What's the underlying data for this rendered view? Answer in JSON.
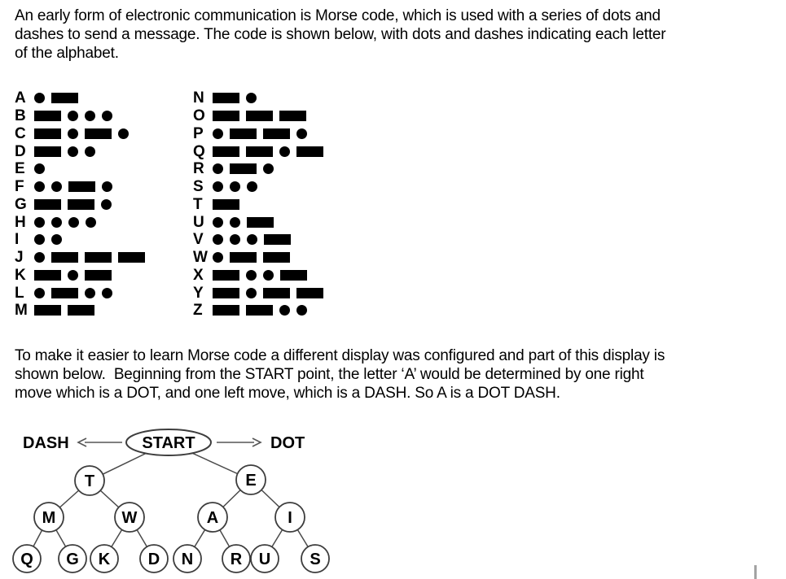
{
  "page": {
    "background": "#ffffff",
    "ink": "#000000"
  },
  "intro": {
    "lines": [
      "An early form of electronic communication is Morse code, which is used with a series of dots and",
      "dashes to send a message. The code is shown below, with dots and dashes indicating each letter",
      "of the alphabet."
    ]
  },
  "morse_table": {
    "symbol_names": {
      ".": "dot",
      "-": "dash"
    },
    "columns": [
      {
        "rows": [
          {
            "letter": "A",
            "code": ".-"
          },
          {
            "letter": "B",
            "code": "-..."
          },
          {
            "letter": "C",
            "code": "-.-."
          },
          {
            "letter": "D",
            "code": "-.."
          },
          {
            "letter": "E",
            "code": "."
          },
          {
            "letter": "F",
            "code": "..-."
          },
          {
            "letter": "G",
            "code": "--."
          },
          {
            "letter": "H",
            "code": "...."
          },
          {
            "letter": "I",
            "code": ".."
          },
          {
            "letter": "J",
            "code": ".---"
          },
          {
            "letter": "K",
            "code": "-.-"
          },
          {
            "letter": "L",
            "code": ".-.."
          },
          {
            "letter": "M",
            "code": "--"
          }
        ]
      },
      {
        "rows": [
          {
            "letter": "N",
            "code": "-."
          },
          {
            "letter": "O",
            "code": "---"
          },
          {
            "letter": "P",
            "code": ".--."
          },
          {
            "letter": "Q",
            "code": "--.-"
          },
          {
            "letter": "R",
            "code": ".-."
          },
          {
            "letter": "S",
            "code": "..."
          },
          {
            "letter": "T",
            "code": "-"
          },
          {
            "letter": "U",
            "code": "..-"
          },
          {
            "letter": "V",
            "code": "...-"
          },
          {
            "letter": "W",
            "code": ".--"
          },
          {
            "letter": "X",
            "code": "-..-"
          },
          {
            "letter": "Y",
            "code": "-.--"
          },
          {
            "letter": "Z",
            "code": "--.."
          }
        ]
      }
    ]
  },
  "display_paragraph": {
    "lines": [
      "To make it easier to learn Morse code a different display was configured and part of this display is",
      "shown below.  Beginning from the START point, the letter ‘A’ would be determined by one right",
      "move which is a DOT, and one left move, which is a DASH. So A is a DOT DASH."
    ]
  },
  "tree": {
    "root_label": "START",
    "left_arrow_label": "DASH",
    "right_arrow_label": "DOT",
    "nodes": [
      {
        "label": "T",
        "parent": "START"
      },
      {
        "label": "E",
        "parent": "START"
      },
      {
        "label": "M",
        "parent": "T"
      },
      {
        "label": "W",
        "parent": "T"
      },
      {
        "label": "A",
        "parent": "E"
      },
      {
        "label": "I",
        "parent": "E"
      },
      {
        "label": "Q",
        "parent": "M"
      },
      {
        "label": "G",
        "parent": "M"
      },
      {
        "label": "K",
        "parent": "W"
      },
      {
        "label": "D",
        "parent": "W"
      },
      {
        "label": "N",
        "parent": "A"
      },
      {
        "label": "R",
        "parent": "A"
      },
      {
        "label": "U",
        "parent": "I"
      },
      {
        "label": "S",
        "parent": "I"
      }
    ]
  },
  "colors": {
    "tree_line": "#4a4a4a",
    "tree_stroke": "#3d3d3d",
    "arrow": "#555555",
    "scroll_mark": "#a3a3a3"
  }
}
